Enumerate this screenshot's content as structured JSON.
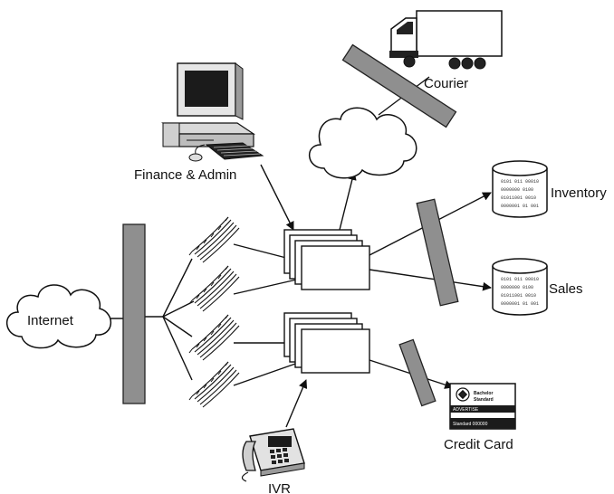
{
  "labels": {
    "internet": "Internet",
    "finance": "Finance & Admin",
    "courier": "Courier",
    "inventory": "Inventory",
    "sales": "Sales",
    "credit_card": "Credit Card",
    "ivr": "IVR"
  },
  "card_text": {
    "brand": "Bachelor",
    "brand2": "Standard",
    "line1": "ADVERTISE",
    "line2": "Standard  000000"
  },
  "icons": {
    "firewall": "firewall-bar-icon",
    "cloud": "cloud-icon",
    "server": "server-stack-icon",
    "database": "database-icon",
    "modem": "modem-bank-icon",
    "computer": "desktop-computer-icon",
    "truck": "truck-icon",
    "phone": "telephone-icon",
    "card": "credit-card-icon"
  }
}
